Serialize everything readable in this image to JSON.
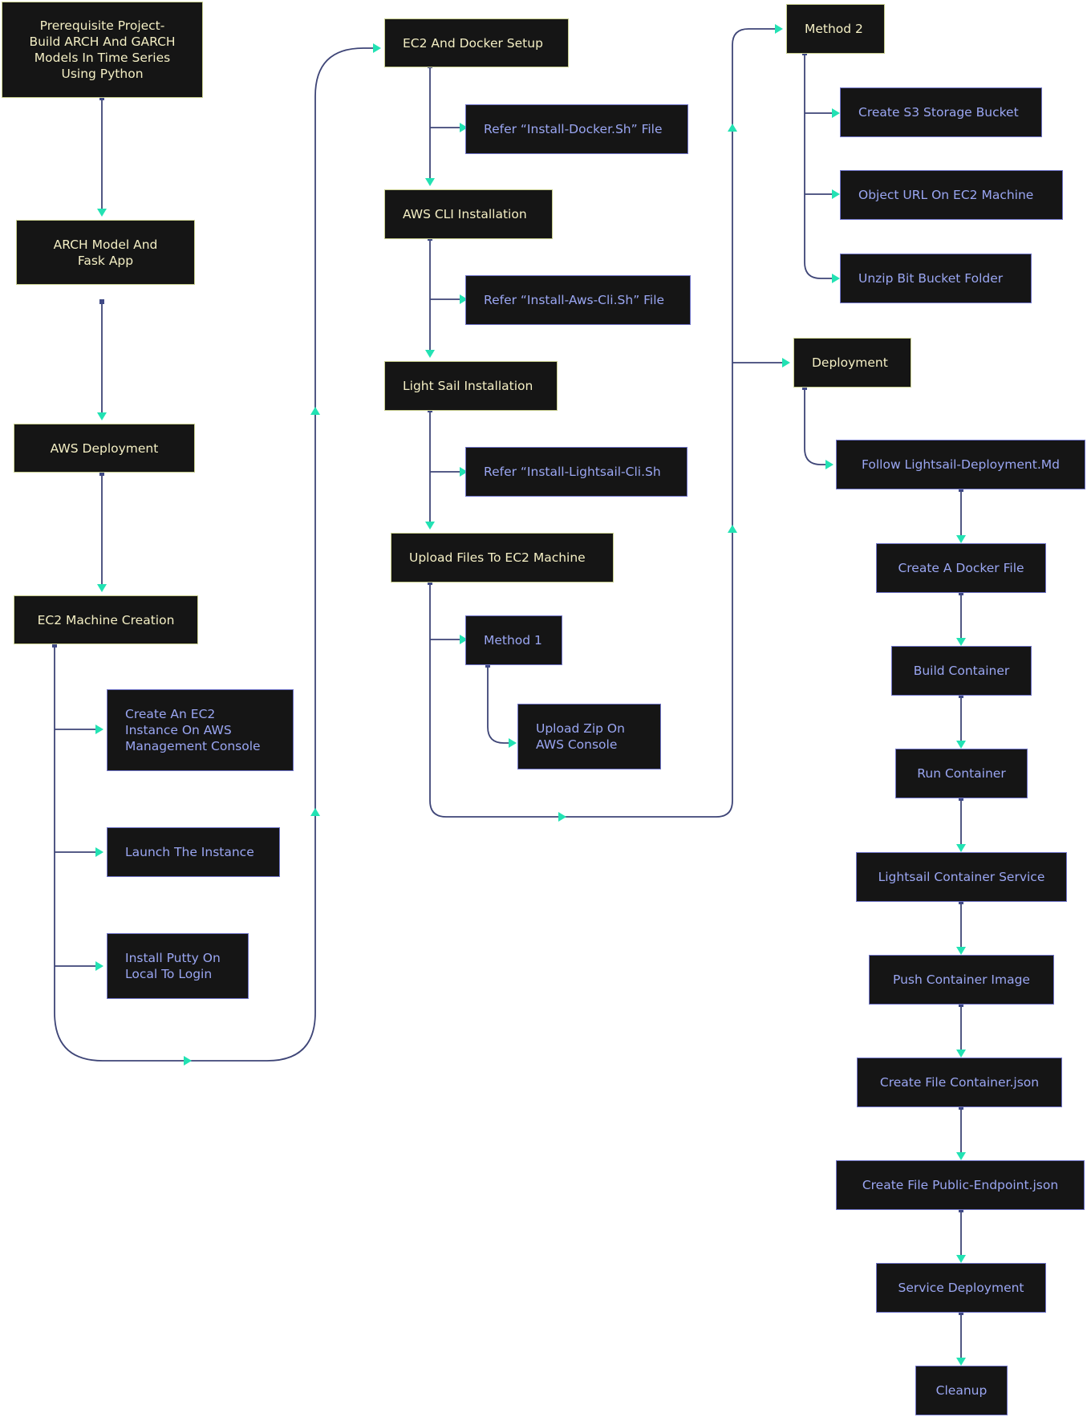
{
  "flowchart": {
    "col1": {
      "prerequisite": "Prerequisite Project-\nBuild ARCH And GARCH\nModels In Time Series\nUsing Python",
      "arch_model": "ARCH Model And\nFask App",
      "aws_deployment": "AWS Deployment",
      "ec2_creation": "EC2 Machine Creation",
      "create_instance": "Create An EC2\nInstance On AWS\nManagement Console",
      "launch_instance": "Launch The Instance",
      "install_putty": "Install Putty On\nLocal To Login"
    },
    "col2": {
      "ec2_docker": "EC2 And Docker Setup",
      "refer_docker": "Refer “Install-Docker.Sh” File",
      "aws_cli": "AWS CLI Installation",
      "refer_cli": "Refer “Install-Aws-Cli.Sh” File",
      "lightsail_install": "Light Sail Installation",
      "refer_lightsail": "Refer “Install-Lightsail-Cli.Sh",
      "upload_files": "Upload Files To EC2 Machine",
      "method1": "Method 1",
      "upload_zip": "Upload Zip On\nAWS Console"
    },
    "col3": {
      "method2": "Method 2",
      "create_s3": "Create S3 Storage Bucket",
      "object_url": "Object URL On EC2 Machine",
      "unzip": "Unzip Bit Bucket Folder",
      "deployment": "Deployment",
      "follow_md": "Follow Lightsail-Deployment.Md",
      "docker_file": "Create A Docker File",
      "build": "Build Container",
      "run": "Run Container",
      "lightsail_service": "Lightsail Container Service",
      "push_image": "Push Container Image",
      "container_json": "Create File Container.json",
      "endpoint_json": "Create File Public-Endpoint.json",
      "service_deployment": "Service Deployment",
      "cleanup": "Cleanup"
    }
  }
}
